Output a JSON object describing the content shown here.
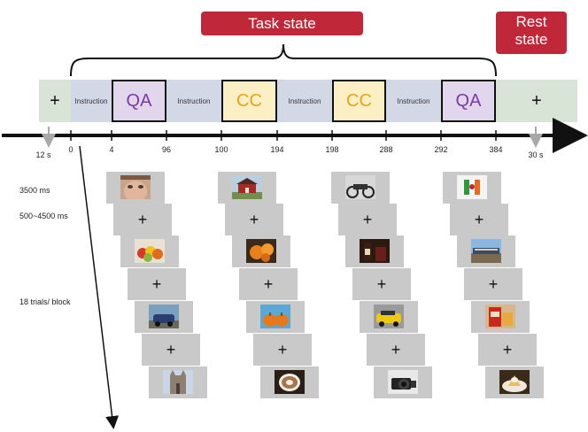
{
  "labels": {
    "task_state": "Task state",
    "rest_state": [
      "Rest",
      "state"
    ]
  },
  "segments": [
    {
      "kind": "fix",
      "text": "+"
    },
    {
      "kind": "instr",
      "text": "Instruction"
    },
    {
      "kind": "qa",
      "text": "QA"
    },
    {
      "kind": "instr",
      "text": "Instruction"
    },
    {
      "kind": "cc",
      "text": "CC"
    },
    {
      "kind": "instr",
      "text": "Instruction"
    },
    {
      "kind": "cc",
      "text": "CC"
    },
    {
      "kind": "instr",
      "text": "Instruction"
    },
    {
      "kind": "qa",
      "text": "QA"
    },
    {
      "kind": "fix",
      "text": "+"
    }
  ],
  "ticks": [
    "12 s",
    "0",
    "4",
    "96",
    "100",
    "194",
    "198",
    "288",
    "292",
    "384",
    "30 s"
  ],
  "side_labels": {
    "stim_duration": "3500 ms",
    "isi": "500~4500 ms",
    "trials": "18 trials/ block"
  },
  "fixation_symbol": "+",
  "stimuli_columns": [
    {
      "block": "QA",
      "photos": [
        "face-photo",
        "fruit-photo",
        "car-photo",
        "cathedral-photo"
      ]
    },
    {
      "block": "CC",
      "photos": [
        "house-photo",
        "oranges-photo",
        "pumpkins-photo",
        "latte-photo"
      ]
    },
    {
      "block": "CC",
      "photos": [
        "motorcycle-photo",
        "wine-photo",
        "taxi-photo",
        "camera-photo"
      ]
    },
    {
      "block": "QA",
      "photos": [
        "flag-photo",
        "train-photo",
        "snack-photo",
        "dessert-photo"
      ]
    }
  ],
  "colors": {
    "accent_red": "#c0283a",
    "instruction": "#d3d8e7",
    "qa_fill": "#e2d6ec",
    "qa_text": "#7a3aa8",
    "cc_fill": "#fcefc4",
    "cc_text": "#e7a514",
    "fixation": "#d8e4d6",
    "card": "#c9c9c9"
  }
}
